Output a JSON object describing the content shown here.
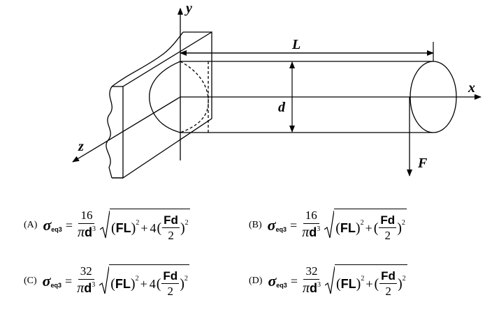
{
  "diagram": {
    "labels": {
      "y": "y",
      "x": "x",
      "z": "z",
      "L": "L",
      "d": "d",
      "F": "F"
    }
  },
  "options": [
    {
      "letter": "(A)",
      "sigma": "σ",
      "sub": "eq3",
      "equals": "=",
      "num": "16",
      "pi": "π",
      "d": "d",
      "dexp": "3",
      "fl": "FL",
      "flexp": "2",
      "plus": "+",
      "coef": "4",
      "fd": "Fd",
      "two": "2",
      "fdexp": "2"
    },
    {
      "letter": "(B)",
      "sigma": "σ",
      "sub": "eq3",
      "equals": "=",
      "num": "16",
      "pi": "π",
      "d": "d",
      "dexp": "3",
      "fl": "FL",
      "flexp": "2",
      "plus": "+",
      "coef": "",
      "fd": "Fd",
      "two": "2",
      "fdexp": "2"
    },
    {
      "letter": "(C)",
      "sigma": "σ",
      "sub": "eq3",
      "equals": "=",
      "num": "32",
      "pi": "π",
      "d": "d",
      "dexp": "3",
      "fl": "FL",
      "flexp": "2",
      "plus": "+",
      "coef": "4",
      "fd": "Fd",
      "two": "2",
      "fdexp": "2"
    },
    {
      "letter": "(D)",
      "sigma": "σ",
      "sub": "eq3",
      "equals": "=",
      "num": "32",
      "pi": "π",
      "d": "d",
      "dexp": "3",
      "fl": "FL",
      "flexp": "2",
      "plus": "+",
      "coef": "",
      "fd": "Fd",
      "two": "2",
      "fdexp": "2"
    }
  ]
}
